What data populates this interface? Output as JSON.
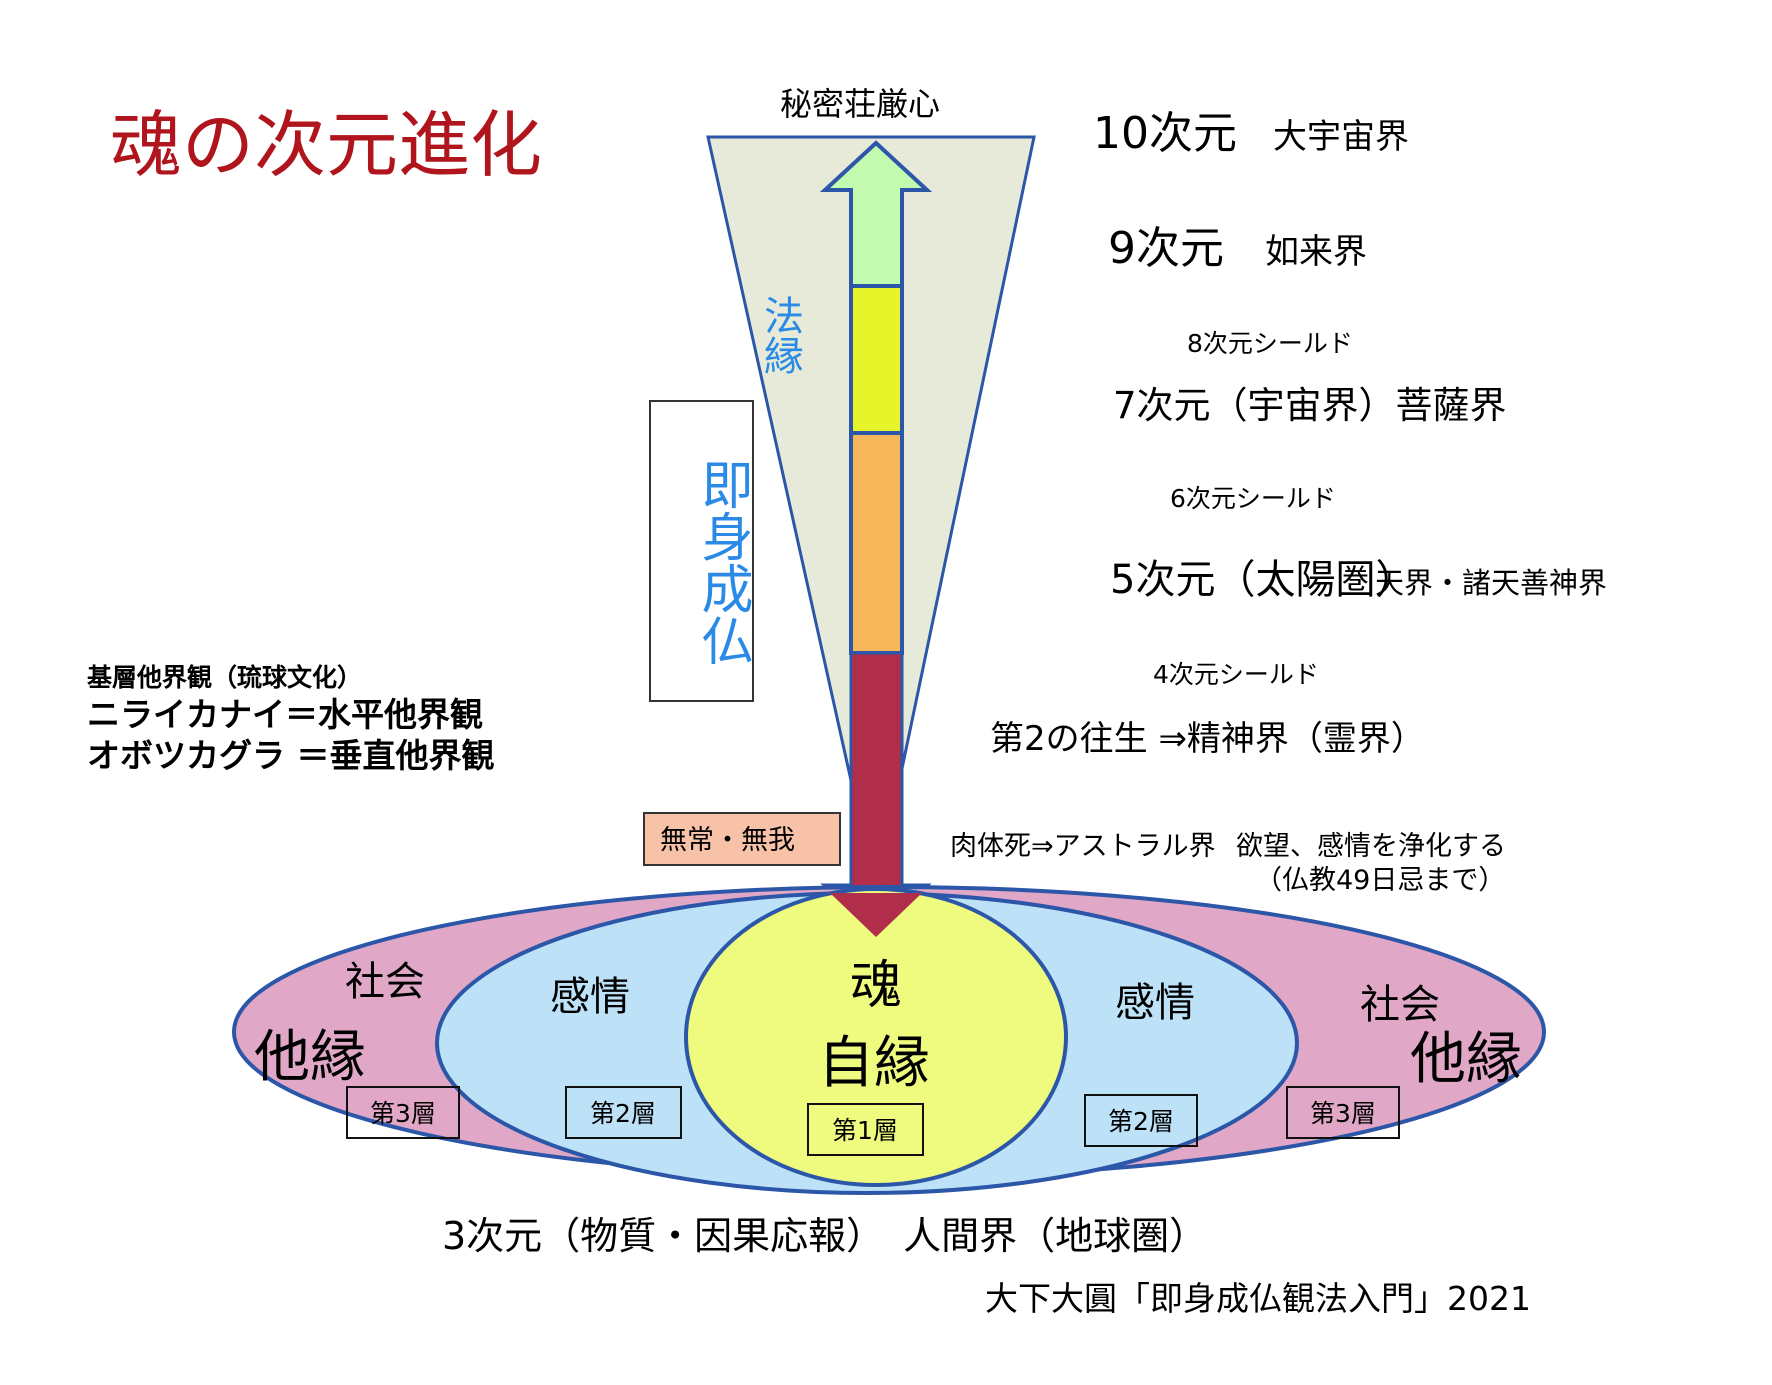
{
  "title": "魂の次元進化",
  "top_label": "秘密荘厳心",
  "cone_label": "法縁",
  "vertical_label": "即身成仏",
  "impermanence_box": "無常・無我",
  "dimensions": {
    "d10": {
      "num": "10次元",
      "name": "大宇宙界"
    },
    "d9": {
      "num": "9次元",
      "name": "如来界"
    },
    "s8": "8次元シールド",
    "d7": "7次元（宇宙界）菩薩界",
    "s6": "6次元シールド",
    "d5": {
      "main": "5次元（太陽圏）",
      "sub": "天界・諸天善神界"
    },
    "s4": "4次元シールド",
    "rebirth": "第2の往生 ⇒精神界（霊界）",
    "astral": "肉体死⇒アストラル界",
    "purify": "欲望、感情を浄化する",
    "purify_note": "（仏教49日忌まで）",
    "d3": "3次元（物質・因果応報）　人間界（地球圏）"
  },
  "ryukyu": {
    "heading": "基層他界観（琉球文化）",
    "line1": "ニライカナイ＝水平他界観",
    "line2": "オボツカグラ ＝垂直他界観"
  },
  "layers": {
    "soul": "魂",
    "self": "自縁",
    "emotion_left": "感情",
    "emotion_right": "感情",
    "society_left": "社会",
    "society_right": "社会",
    "other_left": "他縁",
    "other_right": "他縁",
    "layer1": "第1層",
    "layer2_left": "第2層",
    "layer2_right": "第2層",
    "layer3_left": "第3層",
    "layer3_right": "第3層"
  },
  "citation": "大下大圓「即身成仏観法入門」2021",
  "colors": {
    "title": "#b0141c",
    "blue_text": "#2a8ae6",
    "outline": "#2c56a8"
  }
}
